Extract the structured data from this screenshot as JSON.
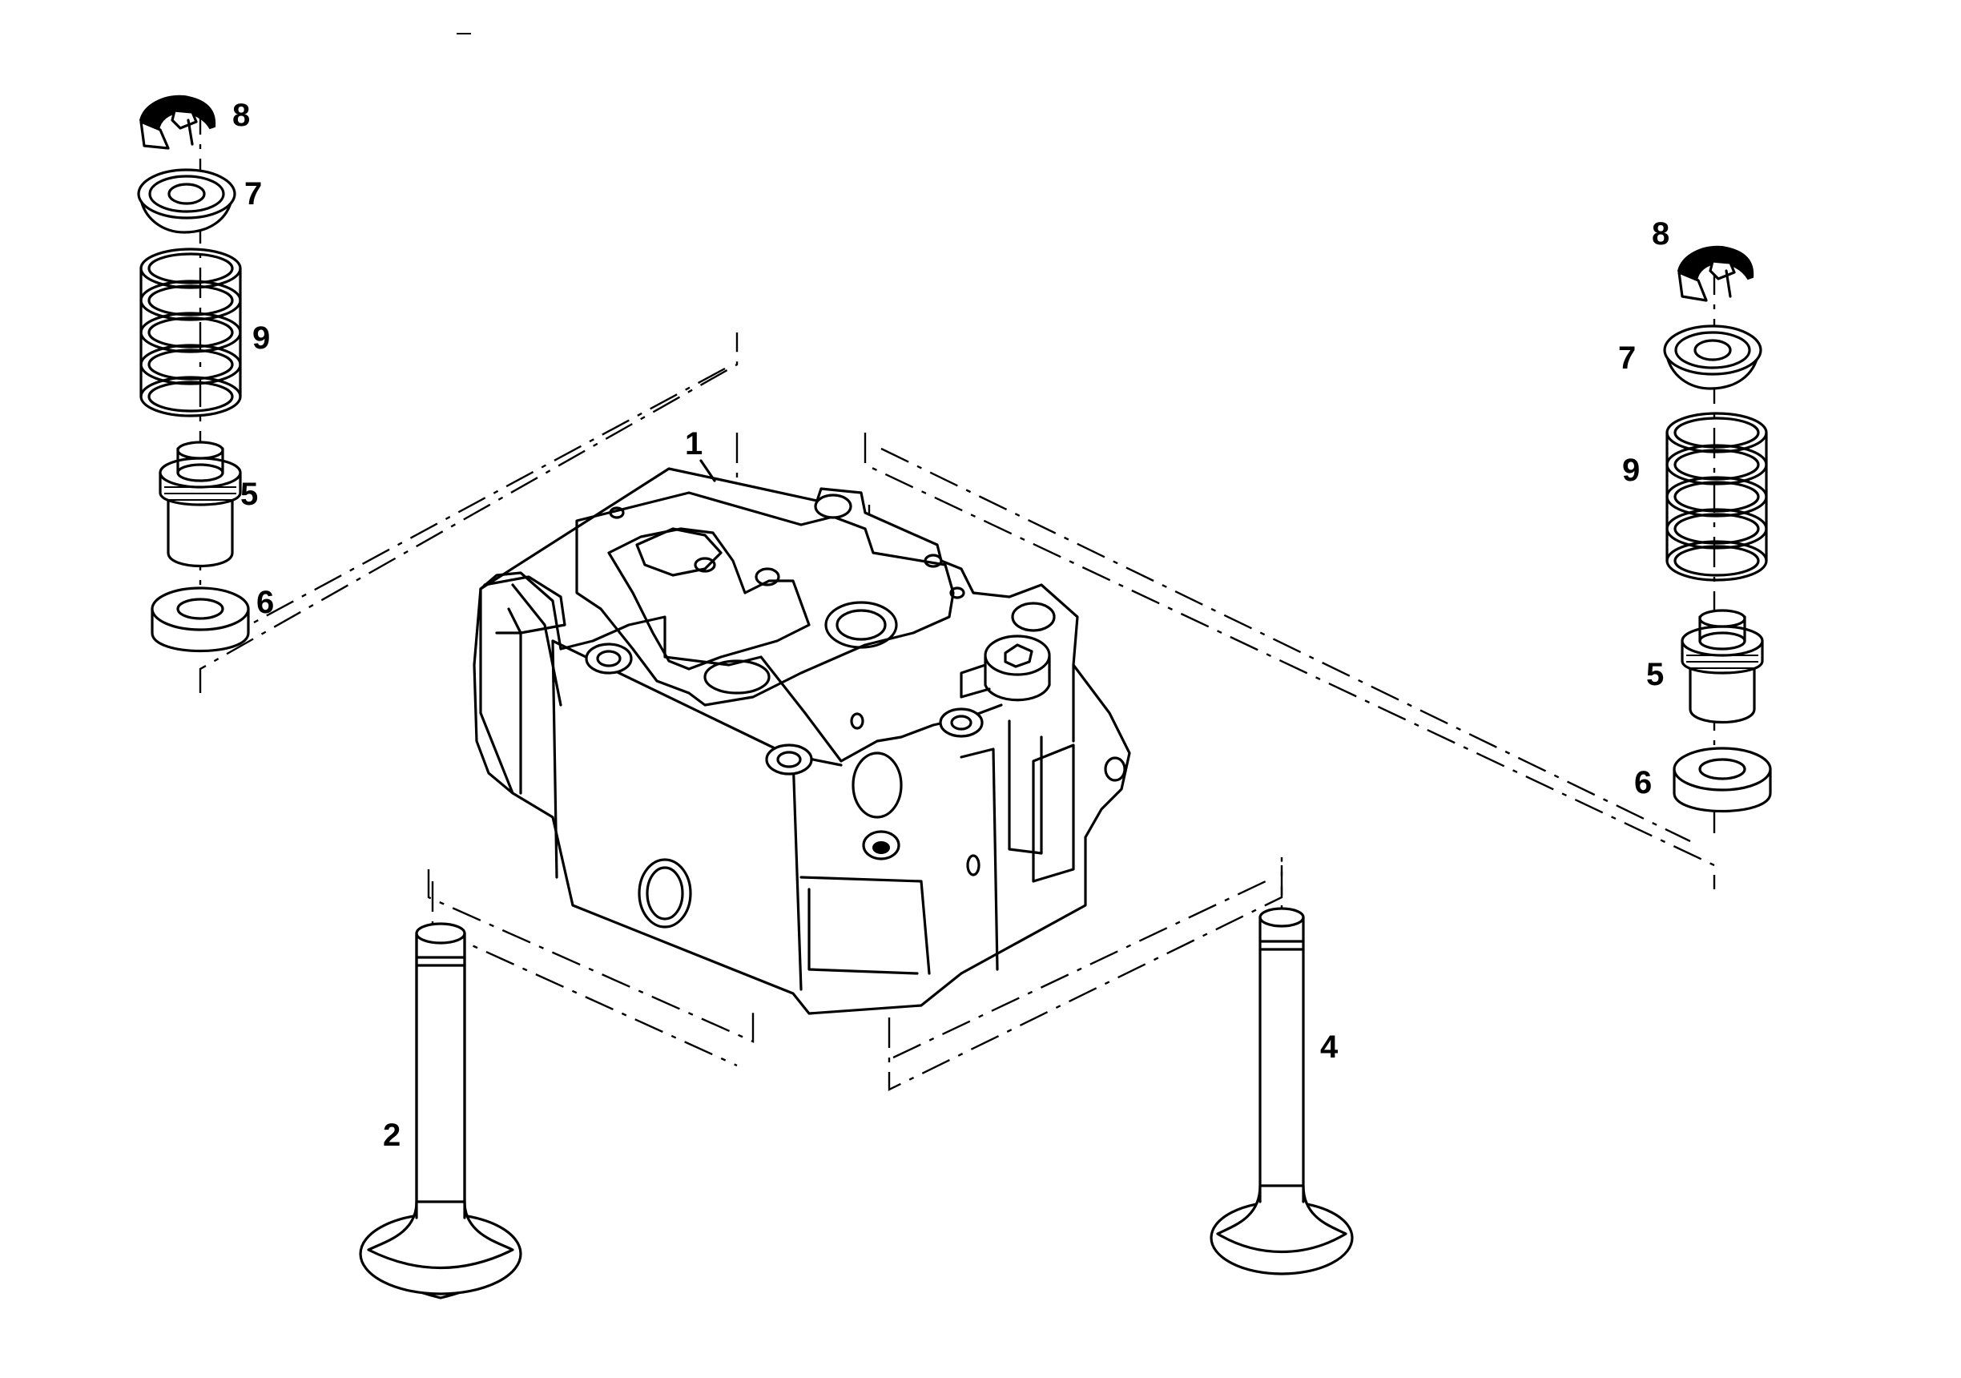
{
  "callouts": {
    "head": "1",
    "valve_left": "2",
    "valve_right": "4",
    "left_stack": {
      "keeper": "8",
      "retainer": "7",
      "spring": "9",
      "guide": "5",
      "seat": "6"
    },
    "right_stack": {
      "keeper": "8",
      "retainer": "7",
      "spring": "9",
      "guide": "5",
      "seat": "6"
    }
  },
  "colors": {
    "ink": "#000000",
    "paper": "#ffffff"
  },
  "icons": [
    "cylinder-head",
    "intake-valve",
    "exhaust-valve",
    "valve-spring",
    "spring-retainer",
    "valve-keeper",
    "valve-guide",
    "valve-seat"
  ]
}
